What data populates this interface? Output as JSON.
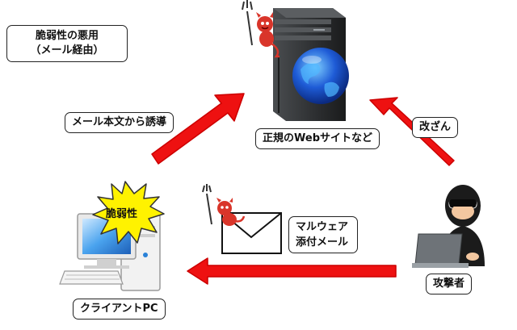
{
  "labels": {
    "vuln_misuse_line1": "脆弱性の悪用",
    "vuln_misuse_line2": "（メール経由）",
    "mail_lure": "メール本文から誘導",
    "legit_site": "正規のWebサイトなど",
    "tamper": "改ざん",
    "malware_mail_line1": "マルウェア",
    "malware_mail_line2": "添付メール",
    "attacker": "攻撃者",
    "client_pc": "クライアントPC",
    "vulnerability": "脆弱性"
  },
  "colors": {
    "arrow_red": "#ee1111",
    "burst_yellow": "#fff200",
    "devil_red": "#d9352a",
    "server_dark": "#2f3133",
    "globe_blue": "#1e5bd6",
    "pc_blue": "#2a82d8"
  },
  "icons": {
    "server": "server-with-globe-icon",
    "devil": "devil-icon",
    "envelope": "envelope-icon",
    "attacker": "hacker-at-laptop-icon",
    "computer": "desktop-pc-icon",
    "burst": "explosion-burst-icon"
  }
}
